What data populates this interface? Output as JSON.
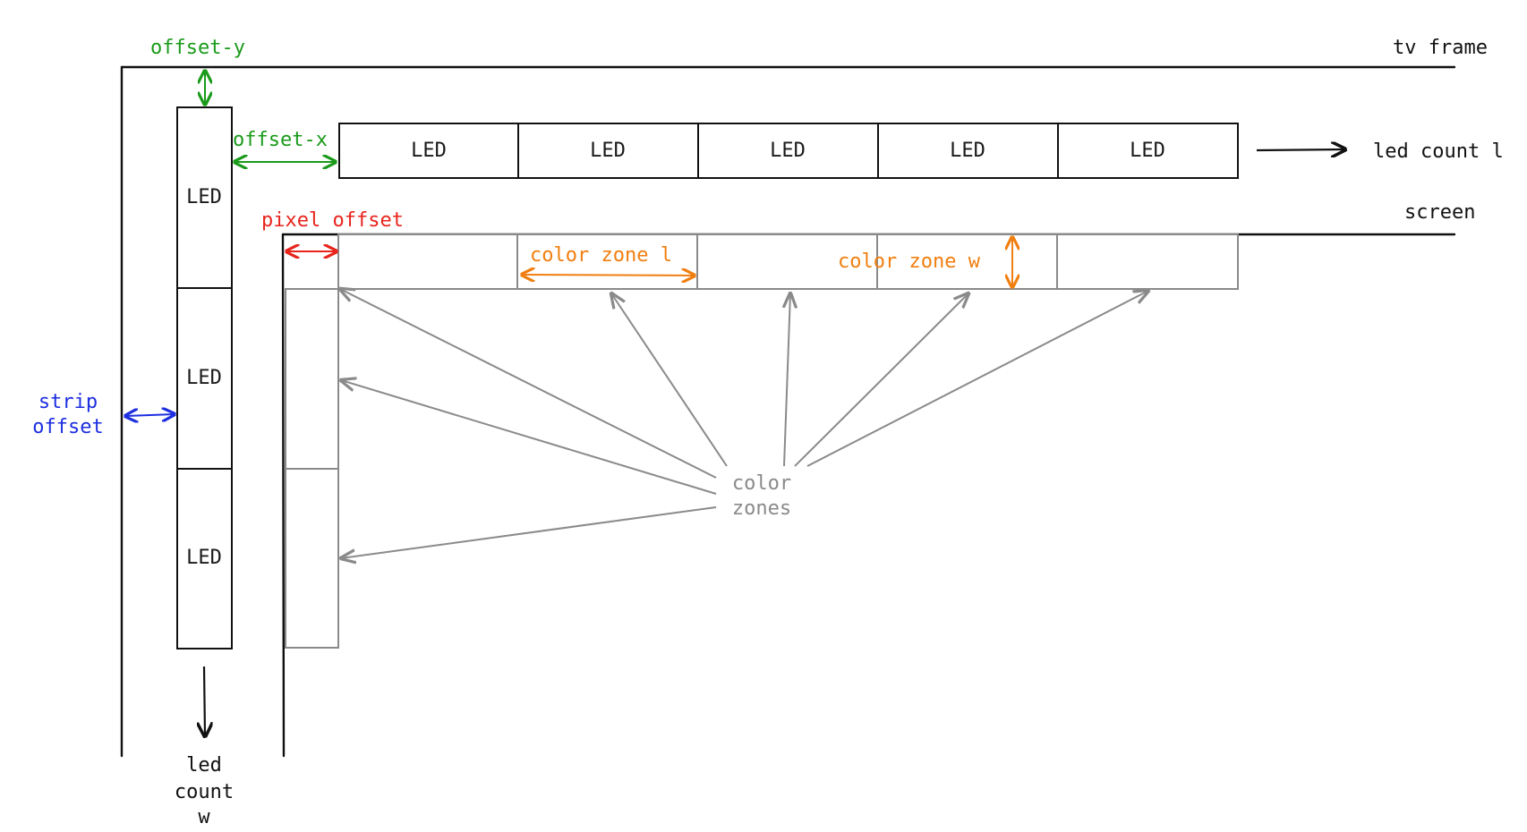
{
  "labels": {
    "tv_frame": "tv frame",
    "screen": "screen",
    "offset_y": "offset-y",
    "offset_x": "offset-x",
    "pixel_offset": "pixel offset",
    "strip_offset_line1": "strip",
    "strip_offset_line2": "offset",
    "led_count_l": "led count l",
    "led_count_w_line1": "led",
    "led_count_w_line2": "count",
    "led_count_w_line3": "w",
    "color_zone_l": "color zone l",
    "color_zone_w": "color zone w",
    "color_zones_line1": "color",
    "color_zones_line2": "zones"
  },
  "led_label": "LED",
  "top_leds": [
    "LED",
    "LED",
    "LED",
    "LED",
    "LED"
  ],
  "side_leds": [
    "LED",
    "LED",
    "LED"
  ],
  "colors": {
    "green": "#1a9a1a",
    "red": "#e8241c",
    "blue": "#1c2ee0",
    "orange": "#f07f10",
    "gray": "#8a8a8a",
    "black": "#111111"
  }
}
